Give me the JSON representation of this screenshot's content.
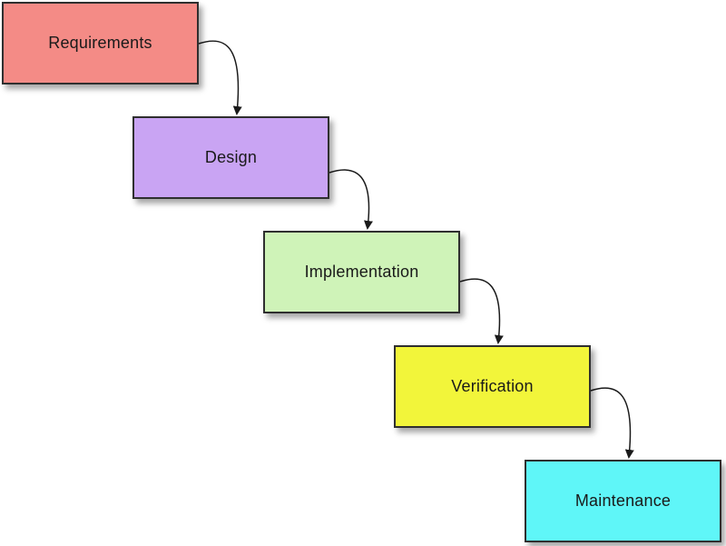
{
  "diagram": {
    "stages": [
      {
        "label": "Requirements",
        "color": "#f48b86"
      },
      {
        "label": "Design",
        "color": "#c9a4f3"
      },
      {
        "label": "Implementation",
        "color": "#cff3b8"
      },
      {
        "label": "Verification",
        "color": "#f2f53a"
      },
      {
        "label": "Maintenance",
        "color": "#5ff6f8"
      }
    ],
    "connector_color": "#1a1a1a"
  }
}
